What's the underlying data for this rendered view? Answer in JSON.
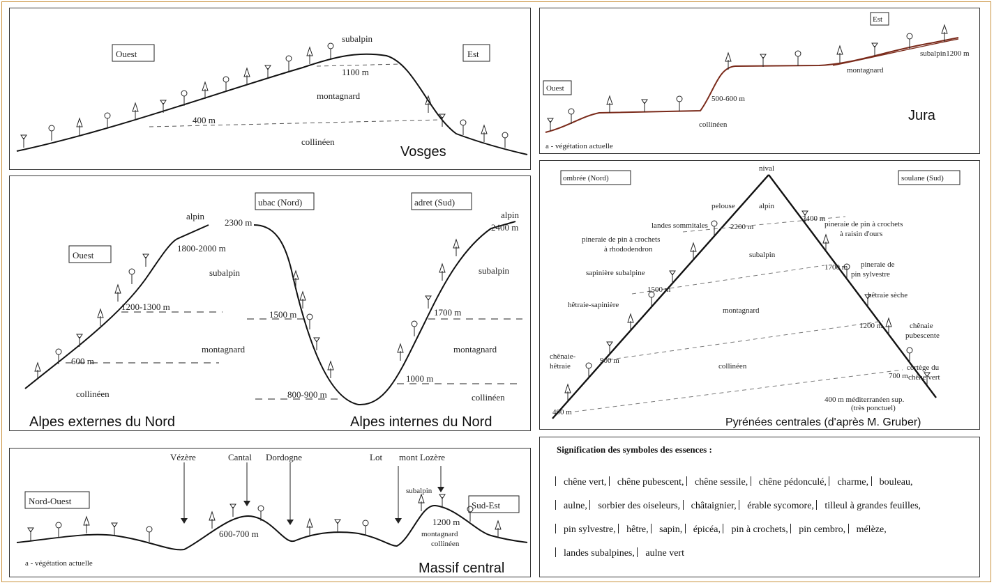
{
  "vosges": {
    "region": "Vosges",
    "ouest": "Ouest",
    "est": "Est",
    "subalpin": "subalpin",
    "montagnard": "montagnard",
    "collineen": "collinéen",
    "alt1": "1100 m",
    "alt2": "400 m"
  },
  "jura": {
    "region": "Jura",
    "ouest": "Ouest",
    "est": "Est",
    "montagnard": "montagnard",
    "collineen": "collinéen",
    "alt1": "subalpin1200 m",
    "alt2": "500-600 m",
    "caption": "a - végétation actuelle"
  },
  "alpes": {
    "ouest": "Ouest",
    "ubac": "ubac (Nord)",
    "adret": "adret (Sud)",
    "alpin": "alpin",
    "subalpin": "subalpin",
    "montagnard": "montagnard",
    "collineen": "collinéen",
    "w_2000": "1800-2000 m",
    "w_1300": "1200-1300 m",
    "w_600": "600 m",
    "c_2300": "2300 m",
    "c_1500": "1500 m",
    "c_800": "800-900 m",
    "e_2400": "2400 m",
    "e_1700": "1700 m",
    "e_1000": "1000 m",
    "ext": "Alpes externes du Nord",
    "int": "Alpes internes du Nord"
  },
  "pyrenees": {
    "ombree": "ombrée (Nord)",
    "soulane": "soulane (Sud)",
    "nival": "nival",
    "pelouse": "pelouse",
    "alpin": "alpin",
    "subalpin": "subalpin",
    "montagnard": "montagnard",
    "collineen": "collinéen",
    "landes": "landes sommitales",
    "pineraie1a": "pineraie de pin à crochets",
    "pineraie1b": "à rhododendron",
    "sapiniere": "sapinière subalpine",
    "hetraie": "hêtraie-sapinière",
    "chenaie1": "chênaie-",
    "chenaie2": "hêtraie",
    "p_croch1": "pineraie de pin à crochets",
    "p_croch2": "à raisin d'ours",
    "p_sylv1": "pineraie de",
    "p_sylv2": "pin sylvestre",
    "h_seche": "hêtraie sèche",
    "ch_pub1": "chênaie",
    "ch_pub2": "pubescente",
    "ch_vert1": "cortège du",
    "ch_vert2": "chêne vert",
    "a2200": "2200 m",
    "a2400": "2400 m",
    "a1700": "1700 m",
    "a1500": "1500 m",
    "a1200": "1200 m",
    "a900": "900 m",
    "a700": "700 m",
    "a400": "400 m",
    "med1": "400 m méditerranéen sup.",
    "med2": "(très ponctuel)",
    "caption": "Pyrénées centrales (d'après M. Gruber)"
  },
  "massif": {
    "nordouest": "Nord-Ouest",
    "sudest": "Sud-Est",
    "vezere": "Vézère",
    "cantal": "Cantal",
    "dordogne": "Dordogne",
    "lot": "Lot",
    "lozere": "mont Lozère",
    "subalpin": "subalpin",
    "montagnard": "montagnard",
    "collineen": "collinéen",
    "a1200": "1200 m",
    "a600": "600-700 m",
    "caption": "a - végétation actuelle",
    "region": "Massif central"
  },
  "legend": {
    "title": "Signification des symboles des essences :",
    "line1": [
      "chêne vert,",
      "chêne pubescent,",
      "chêne sessile,",
      "chêne pédonculé,",
      "charme,",
      "bouleau,"
    ],
    "line2": [
      "aulne,",
      "sorbier des oiseleurs,",
      "châtaignier,",
      "érable sycomore,",
      "tilleul à grandes feuilles,"
    ],
    "line3": [
      "pin sylvestre,",
      "hêtre,",
      "sapin,",
      "épicéa,",
      "pin à crochets,",
      "pin cembro,",
      "mélèze,"
    ],
    "line4": [
      "landes subalpines,",
      "aulne vert"
    ]
  }
}
